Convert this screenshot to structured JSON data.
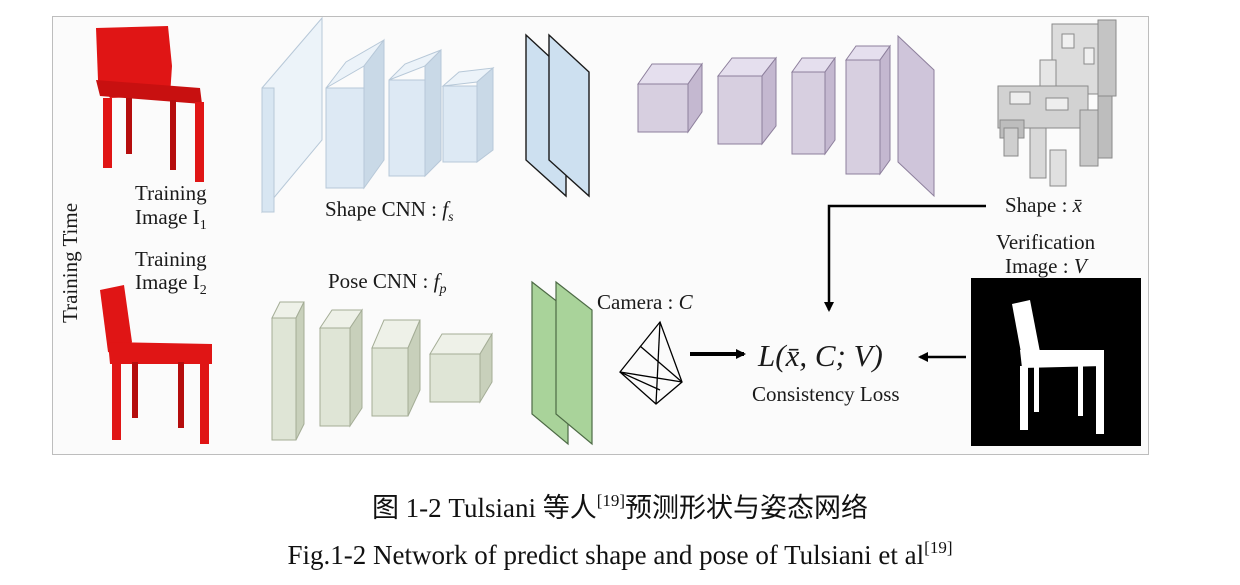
{
  "diagram": {
    "side_label": "Training Time",
    "image1_label": [
      "Training",
      "Image I"
    ],
    "image1_sub": "1",
    "image2_label": [
      "Training",
      "Image I"
    ],
    "image2_sub": "2",
    "shape_cnn": {
      "name": "Shape CNN : ",
      "symbol": "f",
      "sub": "s"
    },
    "pose_cnn": {
      "name": "Pose CNN : ",
      "symbol": "f",
      "sub": "p"
    },
    "camera": {
      "name": "Camera : ",
      "symbol": "C"
    },
    "shape_output": {
      "name": "Shape : ",
      "symbol": "x̄"
    },
    "verification": {
      "line1": "Verification",
      "line2": "Image : ",
      "symbol": "V"
    },
    "loss_formula": "L(x̄, C; V)",
    "loss_name": "Consistency Loss",
    "colors": {
      "chair_red": "#e01515",
      "shape_cnn_blue": "#d8e6f2",
      "pose_cnn_green": "#dfe5d6",
      "fc_green": "#a9d39a",
      "decoder_purple": "#d7cfe0",
      "voxel_gray": "#d6d6d6"
    }
  },
  "caption": {
    "cn_before": "图 1-2 Tulsiani 等人",
    "cn_ref": "[19]",
    "cn_after": "预测形状与姿态网络",
    "en_before": "Fig.1-2 Network of predict shape and pose of Tulsiani et al",
    "en_ref": "[19]"
  }
}
